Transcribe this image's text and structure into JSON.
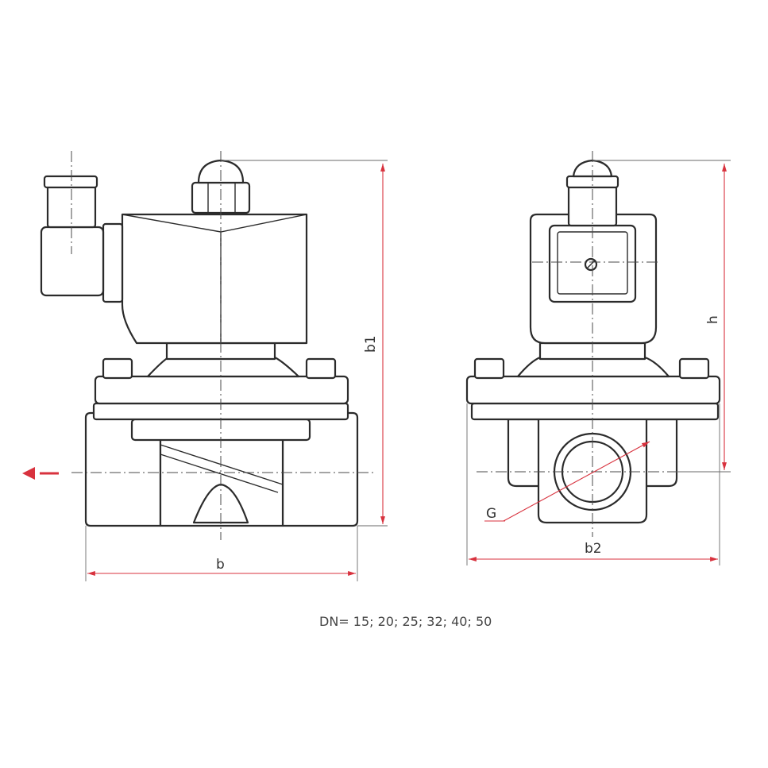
{
  "labels": {
    "b": "b",
    "b1": "b1",
    "b2": "b2",
    "h": "h",
    "G": "G"
  },
  "caption": "DN= 15; 20; 25; 32; 40; 50",
  "colors": {
    "outline": "#2b2b2b",
    "dimension": "#d8323e",
    "flow_arrow": "#d8323e"
  }
}
